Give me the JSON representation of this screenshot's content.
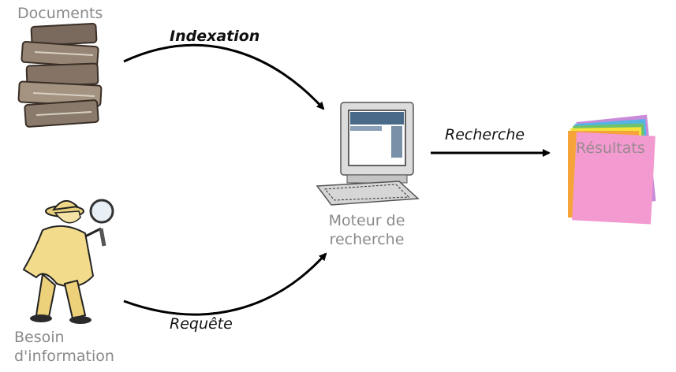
{
  "nodes": {
    "documents": {
      "label": "Documents",
      "icon": "book-stack-icon"
    },
    "besoin": {
      "label_line1": "Besoin",
      "label_line2": "d'information",
      "icon": "detective-icon"
    },
    "moteur": {
      "label_line1": "Moteur de",
      "label_line2": "recherche",
      "icon": "computer-icon"
    },
    "resultats": {
      "label": "Résultats",
      "icon": "pages-stack-icon"
    }
  },
  "edges": {
    "indexation": "Indexation",
    "requete": "Requête",
    "recherche": "Recherche"
  },
  "colors": {
    "label_gray": "#8a8a8a",
    "arrow": "#000000",
    "page_pink": "#f39ad0",
    "page_colors": [
      "#6ec26e",
      "#f3e23a",
      "#f6a43a",
      "#55b3e6",
      "#c98ad9"
    ]
  }
}
